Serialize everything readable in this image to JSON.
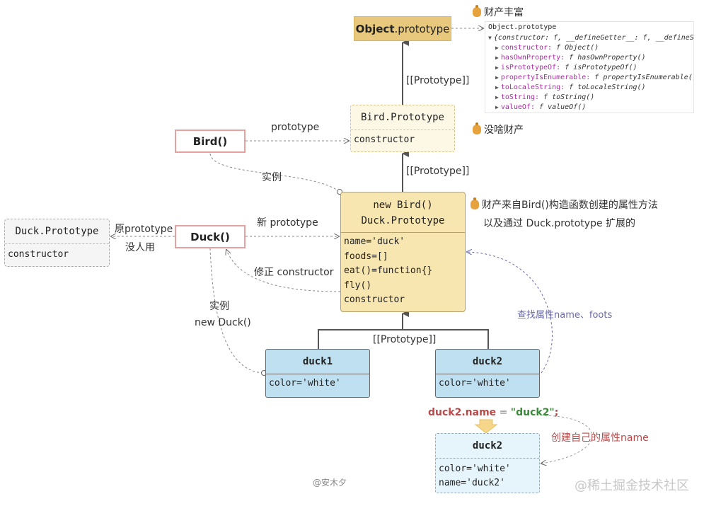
{
  "object_prototype": {
    "bold": "Object",
    "rest": ".prototype"
  },
  "bird_prototype": {
    "title": "Bird.Prototype",
    "fields": [
      "constructor"
    ]
  },
  "bird_fn": "Bird()",
  "duck_fn": "Duck()",
  "duck_prototype_old": {
    "title": "Duck.Prototype",
    "fields": [
      "constructor"
    ]
  },
  "new_bird": {
    "title1": "new Bird()",
    "title2": "Duck.Prototype",
    "fields": [
      "name='duck'",
      "foods=[]",
      "eat()=function{}",
      "fly()",
      "constructor"
    ]
  },
  "duck1": {
    "title": "duck1",
    "fields": [
      "color='white'"
    ]
  },
  "duck2": {
    "title": "duck2",
    "fields": [
      "color='white'"
    ]
  },
  "duck2_new": {
    "title": "duck2",
    "fields": [
      "color='white'",
      "name='duck2'"
    ]
  },
  "labels": {
    "proto_link_1": "[[Prototype]]",
    "proto_link_2": "[[Prototype]]",
    "proto_link_3": "[[Prototype]]",
    "prototype": "prototype",
    "instance_1": "实例",
    "new_prototype": "新 prototype",
    "orig_prototype": "原prototype",
    "unused": "没人用",
    "fix_constructor": "修正 constructor",
    "instance_2": "实例",
    "new_duck": "new Duck()",
    "lookup": "查找属性name、foots",
    "create_own": "创建自己的属性name"
  },
  "notes": {
    "rich": "财产丰富",
    "nothing": "没啥财产",
    "from_bird_1": "财产来自Bird()构造函数创建的属性方法",
    "from_bird_2": "以及通过 Duck.prototype 扩展的"
  },
  "assignment": {
    "lhs": "duck2.name",
    "op": " = ",
    "rhs": "\"duck2\"",
    "semi": ";"
  },
  "console": {
    "title": "Object.prototype",
    "summary": "{constructor: f, __defineGetter__: f, __defineSet",
    "entries": [
      {
        "key": "constructor:",
        "val": "f Object()"
      },
      {
        "key": "hasOwnProperty:",
        "val": "f hasOwnProperty()"
      },
      {
        "key": "isPrototypeOf:",
        "val": "f isPrototypeOf()"
      },
      {
        "key": "propertyIsEnumerable:",
        "val": "f propertyIsEnumerable()"
      },
      {
        "key": "toLocaleString:",
        "val": "f toLocaleString()"
      },
      {
        "key": "toString:",
        "val": "f toString()"
      },
      {
        "key": "valueOf:",
        "val": "f valueOf()"
      }
    ]
  },
  "watermark_author": "@安木夕",
  "watermark_site": "@稀土掘金技术社区",
  "colors": {
    "object_box": "#e8c87c",
    "new_bird_box": "#f8e6b0",
    "duck_box": "#bfe0f0",
    "fn_border": "#e5a0a0",
    "lookup_text": "#6a6aa8",
    "create_text": "#b84a4a"
  }
}
